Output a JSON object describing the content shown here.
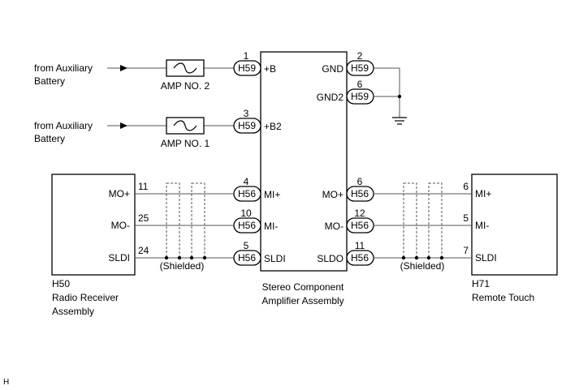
{
  "sources": [
    {
      "line1": "from Auxiliary",
      "line2": "Battery"
    },
    {
      "line1": "from Auxiliary",
      "line2": "Battery"
    }
  ],
  "fuses": [
    "AMP NO. 2",
    "AMP NO. 1"
  ],
  "amplifier": {
    "name_line1": "Stereo Component",
    "name_line2": "Amplifier Assembly",
    "left_pins": [
      {
        "num": "1",
        "conn": "H59",
        "label": "+B"
      },
      {
        "num": "3",
        "conn": "H59",
        "label": "+B2"
      },
      {
        "num": "4",
        "conn": "H56",
        "label": "MI+"
      },
      {
        "num": "10",
        "conn": "H56",
        "label": "MI-"
      },
      {
        "num": "5",
        "conn": "H56",
        "label": "SLDI"
      }
    ],
    "right_pins": [
      {
        "num": "2",
        "conn": "H59",
        "label": "GND"
      },
      {
        "num": "6",
        "conn": "H59",
        "label": "GND2"
      },
      {
        "num": "6",
        "conn": "H56",
        "label": "MO+"
      },
      {
        "num": "12",
        "conn": "H56",
        "label": "MO-"
      },
      {
        "num": "11",
        "conn": "H56",
        "label": "SLDO"
      }
    ]
  },
  "radio": {
    "id": "H50",
    "name_line1": "Radio Receiver",
    "name_line2": "Assembly",
    "pins": [
      {
        "num": "11",
        "label": "MO+"
      },
      {
        "num": "25",
        "label": "MO-"
      },
      {
        "num": "24",
        "label": "SLDI"
      }
    ]
  },
  "remote": {
    "id": "H71",
    "name_line1": "Remote Touch",
    "pins": [
      {
        "num": "6",
        "label": "MI+"
      },
      {
        "num": "5",
        "label": "MI-"
      },
      {
        "num": "7",
        "label": "SLDI"
      }
    ]
  },
  "shield_labels": [
    "(Shielded)",
    "(Shielded)"
  ],
  "footer": "H"
}
